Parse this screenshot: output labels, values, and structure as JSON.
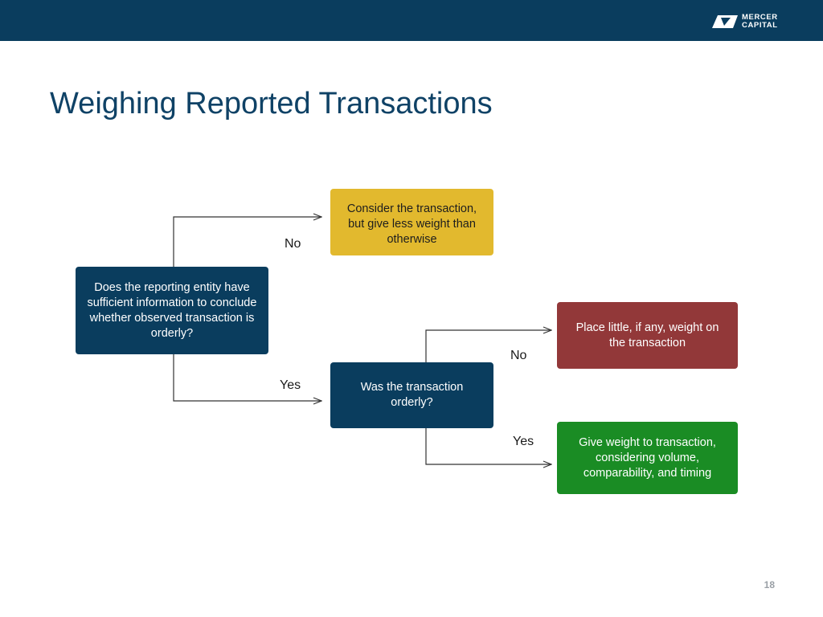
{
  "header": {
    "logo": {
      "line1": "MERCER",
      "line2": "CAPITAL"
    }
  },
  "title": "Weighing Reported Transactions",
  "diagram": {
    "nodes": {
      "question": "Does the reporting entity have sufficient information to conclude whether observed transaction is orderly?",
      "consider": "Consider the transaction, but give less weight than otherwise",
      "orderly": "Was the transaction orderly?",
      "little": "Place little, if any, weight on the transaction",
      "give": "Give weight to transaction, considering volume, comparability, and timing"
    },
    "edges": {
      "no_1": "No",
      "yes_1": "Yes",
      "no_2": "No",
      "yes_2": "Yes"
    }
  },
  "footer": {
    "page_number": "18"
  },
  "colors": {
    "header_bar": "#0a3d5e",
    "title": "#0f4266",
    "dark_box": "#0a3d5e",
    "yellow_box": "#e2b92e",
    "red_box": "#923839",
    "green_box": "#1a8c24"
  }
}
